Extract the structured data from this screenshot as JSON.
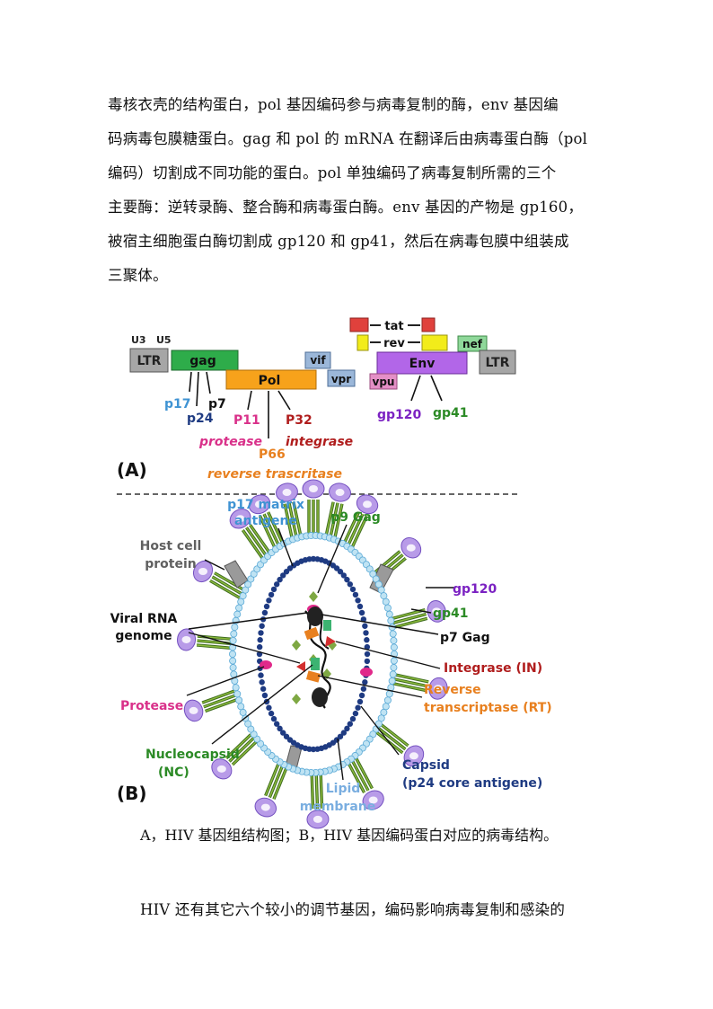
{
  "paragraph1": {
    "lines": [
      "毒核衣壳的结构蛋白，pol 基因编码参与病毒复制的酶，env 基因编",
      "码病毒包膜糖蛋白。gag 和 pol 的 mRNA 在翻译后由病毒蛋白酶（pol",
      "编码）切割成不同功能的蛋白。pol 单独编码了病毒复制所需的三个",
      "主要酶：逆转录酶、整合酶和病毒蛋白酶。env 基因的产物是 gp160，",
      "被宿主细胞蛋白酶切割成 gp120 和 gp41，然后在病毒包膜中组装成",
      "三聚体。"
    ]
  },
  "figure": {
    "panel_a": {
      "label": "(A)",
      "u3": "U3",
      "u5": "U5",
      "ltr_left": "LTR",
      "ltr_right": "LTR",
      "gag": "gag",
      "pol": "Pol",
      "vif": "vif",
      "vpr": "vpr",
      "tat": "tat",
      "rev": "rev",
      "nef": "nef",
      "env": "Env",
      "vpu": "vpu",
      "p17": "p17",
      "p24": "p24",
      "p7": "p7",
      "p11": "P11",
      "p32": "P32",
      "p66": "P66",
      "protease": "protease",
      "integrase": "integrase",
      "reverse_transcriptase": "reverse trascritase",
      "gp120": "gp120",
      "gp41": "gp41"
    },
    "panel_b": {
      "label": "(B)",
      "p17_matrix_1": "p17 matrix",
      "p17_matrix_2": "antigene",
      "p9_gag": "p9 Gag",
      "host_cell_1": "Host cell",
      "host_cell_2": "protein",
      "gp120": "gp120",
      "gp41": "gp41",
      "p7_gag": "p7 Gag",
      "viral_rna_1": "Viral RNA",
      "viral_rna_2": "genome",
      "integrase": "Integrase (IN)",
      "reverse_1": "Reverse",
      "reverse_2": "transcriptase (RT)",
      "protease": "Protease",
      "nucleocapsid_1": "Nucleocapsid",
      "nucleocapsid_2": "(NC)",
      "capsid_1": "Capsid",
      "capsid_2": "(p24 core antigene)",
      "lipid_1": "Lipid",
      "lipid_2": "membrane"
    }
  },
  "caption": "A，HIV 基因组结构图；B，HIV 基因编码蛋白对应的病毒结构。",
  "paragraph2": {
    "lines": [
      "HIV 还有其它六个较小的调节基因，编码影响病毒复制和感染的"
    ]
  },
  "colors": {
    "ltr": "#a6a6a6",
    "gag": "#2eac4a",
    "pol": "#f7a21b",
    "vif": "#9bb7d9",
    "tat": "#e0413c",
    "rev": "#f2ec1a",
    "nef": "#8fd89a",
    "env": "#b266e8",
    "vpu": "#e48fc6",
    "blue_label": "#3f93d3",
    "navy": "#1f3b82",
    "pink": "#d9318a",
    "darkred": "#b01d1d",
    "orange": "#e8801f",
    "purple": "#7b22c2",
    "green": "#2b8a25",
    "gray": "#606060"
  }
}
